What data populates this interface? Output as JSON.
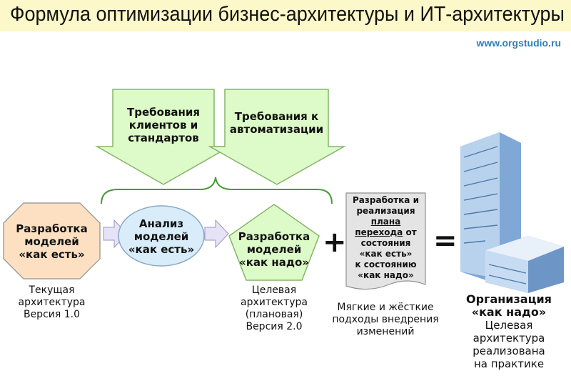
{
  "title": "Формула оптимизации бизнес-архитектуры и ИТ-архитектуры",
  "site": "www.orgstudio.ru",
  "requirements": [
    {
      "line1": "Требования",
      "line2": "клиентов и",
      "line3": "стандартов"
    },
    {
      "line1": "Требования к",
      "line2": "автоматизации"
    }
  ],
  "steps": {
    "as_is_dev": {
      "line1": "Разработка",
      "line2": "моделей",
      "line3": "«как есть»"
    },
    "as_is_analysis": {
      "line1": "Анализ",
      "line2": "моделей",
      "line3": "«как есть»"
    },
    "to_be_dev": {
      "line1": "Разработка",
      "line2": "моделей",
      "line3": "«как надо»"
    },
    "transition": {
      "l1": "Разработка и",
      "l2": "реализация",
      "l3": "плана",
      "l4": "перехода",
      "l4b": " от",
      "l5": "состояния",
      "l6": "«как есть»",
      "l7": "к состоянию",
      "l8": "«как надо»"
    }
  },
  "operators": {
    "plus": "+",
    "equals": "="
  },
  "captions": {
    "current": {
      "l1": "Текущая",
      "l2": "архитектура",
      "l3": "Версия 1.0"
    },
    "target": {
      "l1": "Целевая",
      "l2": "архитектура",
      "l3": "(плановая)",
      "l4": "Версия 2.0"
    },
    "approaches": {
      "l1": "Мягкие и жёсткие",
      "l2": "подходы внедрения",
      "l3": "изменений"
    },
    "result": {
      "title1": "Организация",
      "title2": "«как надо»",
      "l1": "Целевая",
      "l2": "архитектура",
      "l3": "реализована",
      "l4": "на практике"
    }
  },
  "colors": {
    "green": "#ddfbc8",
    "green_stroke": "#86b36a",
    "octagon": "#fde0c2",
    "ellipse": "#d8ecfa",
    "lavender": "#e6e3f7",
    "doc": "#e4e4e4",
    "title_bg": "#fdf8c9"
  }
}
